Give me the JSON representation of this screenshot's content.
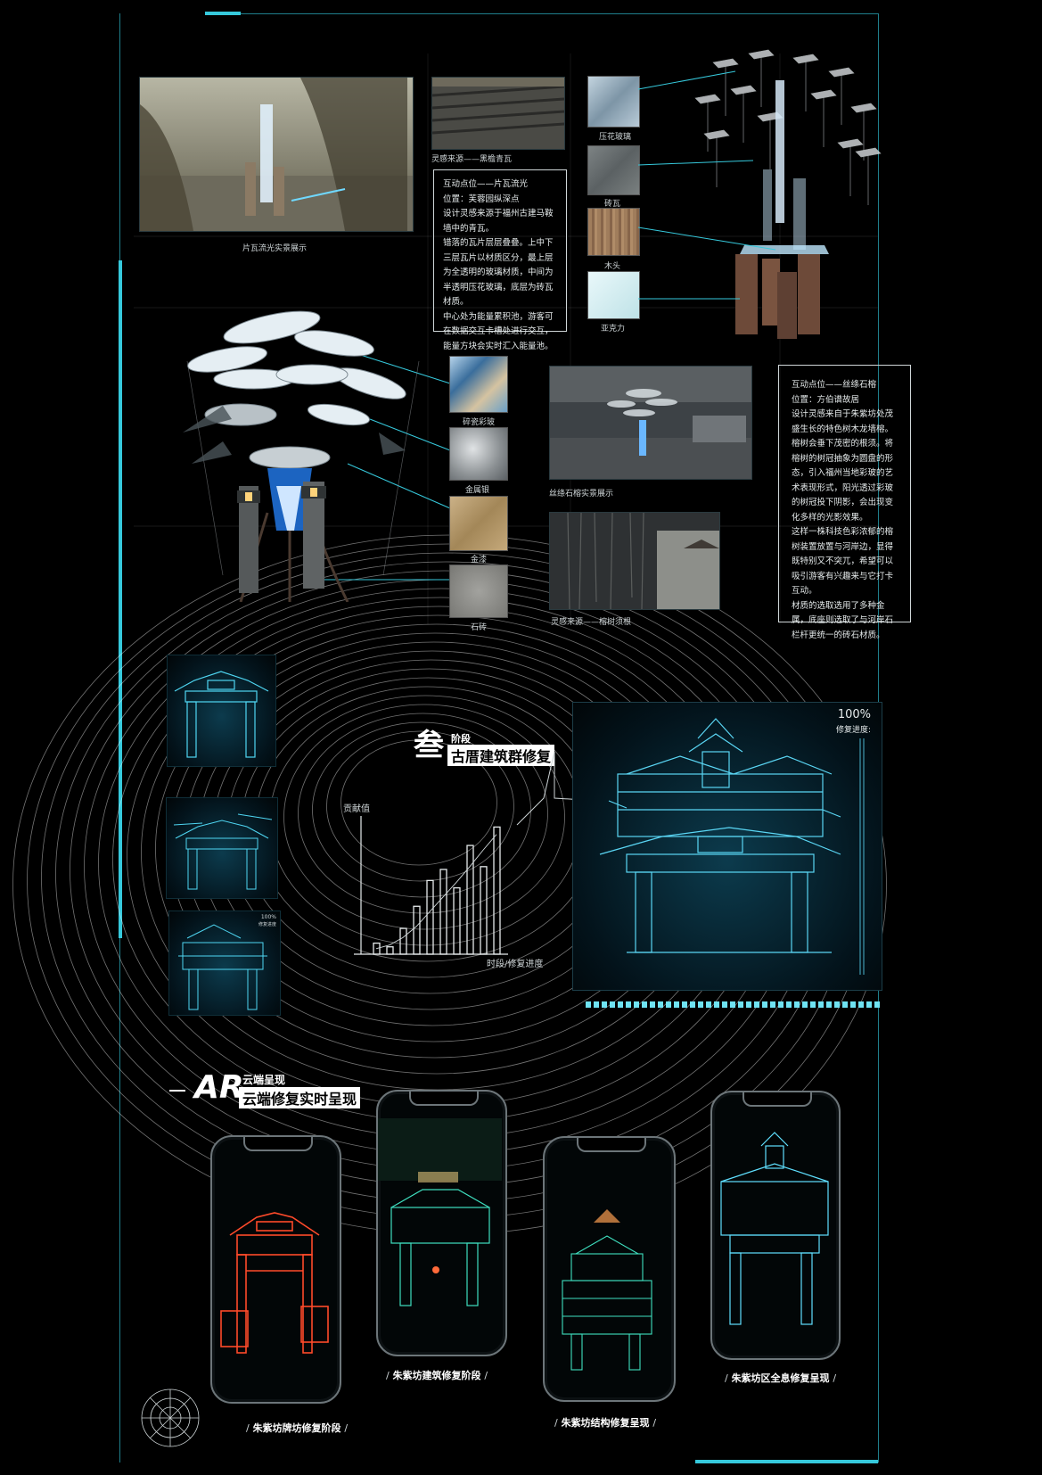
{
  "top_left": {
    "photo_caption": "片瓦流光实景展示",
    "tile_caption": "灵感来源——黑檐青瓦",
    "materials": [
      {
        "label": "压花玻璃",
        "color": "#9fb3bf"
      },
      {
        "label": "砖瓦",
        "color": "#6e7476"
      },
      {
        "label": "木头",
        "color": "#9a7757"
      },
      {
        "label": "亚克力",
        "color": "#d4ecef"
      }
    ],
    "note": {
      "title": "互动点位——片瓦流光",
      "location": "位置：芙蓉园纵深点",
      "paragraphs": [
        "设计灵感来源于福州古建马鞍墙中的青瓦。",
        "错落的瓦片层层叠叠。上中下三层瓦片以材质区分，最上层为全透明的玻璃材质，中间为半透明压花玻璃，底层为砖瓦材质。",
        "中心处为能量累积池，游客可在数据交互卡槽处进行交互，能量方块会实时汇入能量池。"
      ]
    }
  },
  "middle": {
    "materials": [
      {
        "label": "碎瓷彩玻",
        "color": "#7fa7c8"
      },
      {
        "label": "金属银",
        "color": "#a9adb0"
      },
      {
        "label": "金漆",
        "color": "#b59b6e"
      },
      {
        "label": "石砖",
        "color": "#8a8a86"
      }
    ],
    "photo_caption": "丝绦石榕实景展示",
    "roots_caption": "灵感来源——榕树须根",
    "note": {
      "title": "互动点位——丝绦石榕",
      "location": "位置：方伯谱故居",
      "paragraphs": [
        "设计灵感来自于朱紫坊处茂盛生长的特色树木龙墙榕。榕树会垂下茂密的根须。将榕树的树冠抽象为圆盘的形态，引入福州当地彩玻的艺术表现形式，阳光透过彩玻的树冠投下阴影，会出现变化多样的光影效果。",
        "这样一株科技色彩浓郁的榕树装置放置与河岸边，显得既特别又不突兀，希望可以吸引游客有兴趣来与它打卡互动。",
        "材质的选取选用了多种金属，底座则选取了与河岸石栏杆更统一的砖石材质。"
      ]
    }
  },
  "stage": {
    "number": "叁",
    "small": "阶段",
    "title": "古厝建筑群修复",
    "progress_value": "100%",
    "progress_label": "修复进度:",
    "thumb_progress_value": "100%",
    "thumb_progress_label": "修复进度"
  },
  "chart_data": {
    "type": "bar",
    "ylabel": "贡献值",
    "xlabel": "时段/修复进度",
    "values": [
      12,
      8,
      28,
      52,
      80,
      92,
      72,
      118,
      95,
      138
    ],
    "trend": [
      6,
      10,
      18,
      30,
      46,
      62,
      78,
      95,
      113,
      130
    ],
    "ylim": [
      0,
      150
    ]
  },
  "ar": {
    "big": "AR",
    "small": "云端呈现",
    "title": "云端修复实时呈现"
  },
  "phones": [
    {
      "label": "朱紫坊牌坊修复阶段"
    },
    {
      "label": "朱紫坊建筑修复阶段"
    },
    {
      "label": "朱紫坊结构修复呈现"
    },
    {
      "label": "朱紫坊区全息修复呈现"
    }
  ],
  "colors": {
    "accent": "#36c9dc",
    "holo": "#4fd6f2",
    "neon_red": "#ff4a2a",
    "neon_green": "#3fe0c0"
  }
}
